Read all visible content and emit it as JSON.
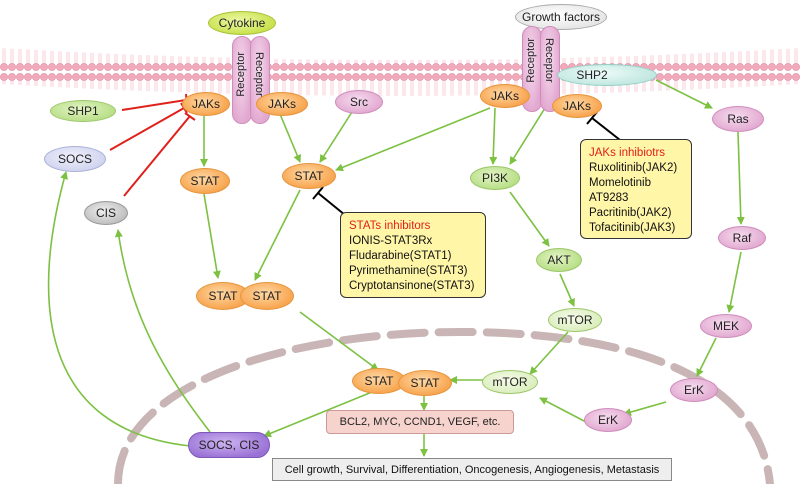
{
  "ligands": {
    "cytokine": "Cytokine",
    "growth_factors": "Growth factors"
  },
  "receptor_label": "Receptor",
  "nodes": {
    "shp1": "SHP1",
    "socs": "SOCS",
    "cis": "CIS",
    "jaks_left1": "JAKs",
    "jaks_left2": "JAKs",
    "src": "Src",
    "stat_left": "STAT",
    "stat_mid": "STAT",
    "dimer_a": "STAT",
    "dimer_b": "STAT",
    "jaks_right1": "JAKs",
    "jaks_right2": "JAKs",
    "shp2": "SHP2",
    "pi3k": "PI3K",
    "akt": "AKT",
    "mtor_upper": "mTOR",
    "mtor_nuclear": "mTOR",
    "ras": "Ras",
    "raf": "Raf",
    "mek": "MEK",
    "erk_upper": "ErK",
    "erk_lower": "ErK",
    "nuclear_stat_a": "STAT",
    "nuclear_stat_b": "STAT",
    "socs_cis": "SOCS, CIS"
  },
  "targets": "BCL2, MYC, CCND1, VEGF, etc.",
  "outcomes": "Cell growth, Survival, Differentiation, Oncogenesis, Angiogenesis, Metastasis",
  "jaks_inhibitors": {
    "title": "JAKs inhibiotrs",
    "items": [
      "Ruxolitinib(JAK2)",
      "Momelotinib",
      "AT9283",
      "Pacritinib(JAK2)",
      "Tofacitinib(JAK3)"
    ]
  },
  "stats_inhibitors": {
    "title": "STATs inhibitors",
    "items": [
      "IONIS-STAT3Rx",
      "Fludarabine(STAT1)",
      "Pyrimethamine(STAT3)",
      "Cryptotansinone(STAT3)"
    ]
  },
  "colors": {
    "activation_arrow": "#7cc142",
    "inhibition": "#e0201b",
    "drug_inhibition": "#000000",
    "membrane": "#f2b6c4",
    "nucleus_dash": "#c9b5b5"
  }
}
